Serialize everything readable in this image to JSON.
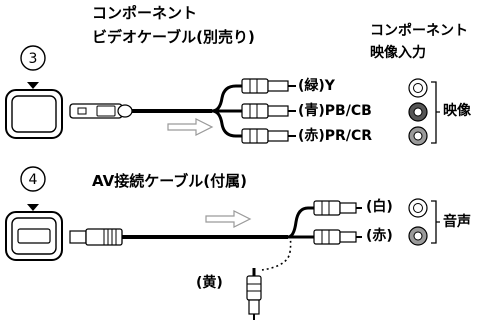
{
  "step3": {
    "number": "3",
    "cable_title_line1": "コンポーネント",
    "cable_title_line2": "ビデオケーブル(別売り)",
    "input_title_line1": "コンポーネント",
    "input_title_line2": "映像入力",
    "plugs": [
      {
        "label": "(緑)Y"
      },
      {
        "label": "(青)PB/CB"
      },
      {
        "label": "(赤)PR/CR"
      }
    ],
    "jack_group_label": "映像"
  },
  "step4": {
    "number": "4",
    "cable_title": "AV接続ケーブル(付属)",
    "plugs": [
      {
        "label": "(白)"
      },
      {
        "label": "(赤)"
      }
    ],
    "jack_group_label": "音声",
    "yellow_plug_label": "(黄)"
  },
  "colors": {
    "line": "#000000",
    "plug_body": "#ffffff",
    "jack_gray": "#9a9a9a",
    "arrow": "#9a9a9a"
  }
}
